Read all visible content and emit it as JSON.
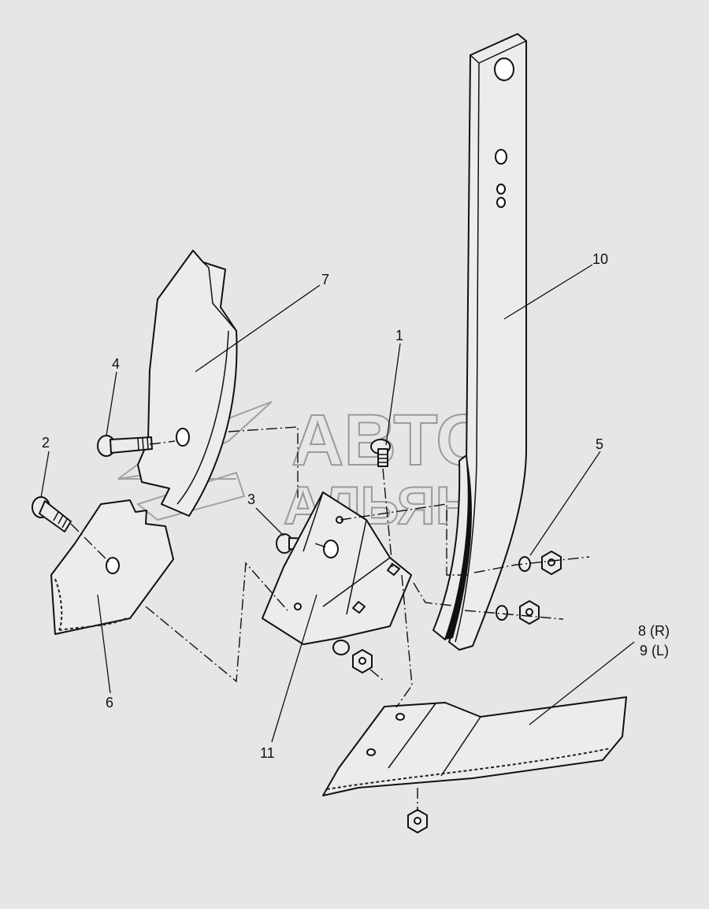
{
  "diagram": {
    "callouts": {
      "c1": "1",
      "c2": "2",
      "c3": "3",
      "c4": "4",
      "c5": "5",
      "c6": "6",
      "c7": "7",
      "c8": "8 (R)",
      "c9": "9 (L)",
      "c10": "10",
      "c11": "11"
    },
    "watermark": {
      "line1": "АВТО",
      "line2": "АЛЬЯНС"
    }
  }
}
